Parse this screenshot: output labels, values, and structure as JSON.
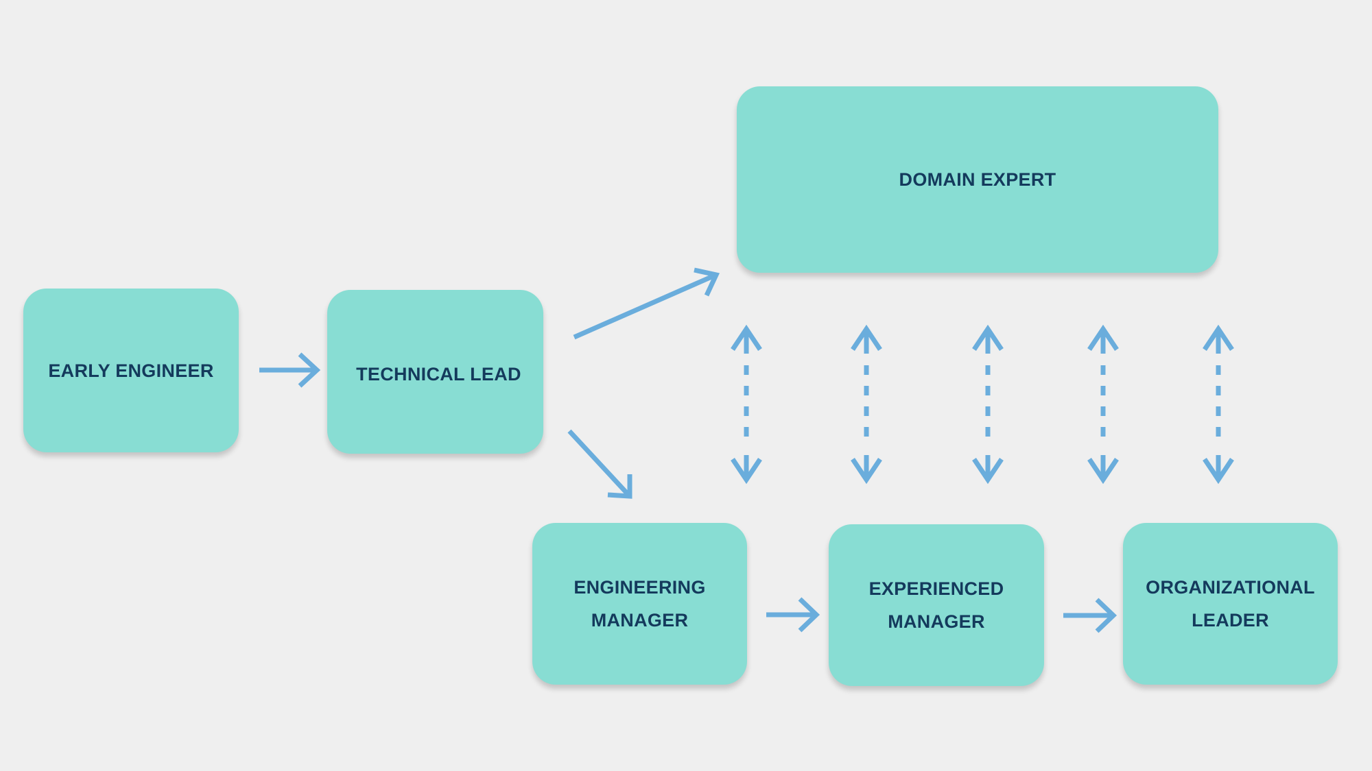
{
  "diagram": {
    "colors": {
      "background": "#efefef",
      "box": "#88ddd3",
      "text": "#143a5c",
      "arrow": "#6aaddc"
    },
    "nodes": [
      {
        "id": "early-engineer",
        "lines": [
          "EARLY ENGINEER"
        ]
      },
      {
        "id": "technical-lead",
        "lines": [
          "TECHNICAL LEAD"
        ]
      },
      {
        "id": "domain-expert",
        "lines": [
          "DOMAIN EXPERT"
        ]
      },
      {
        "id": "engineering-manager",
        "lines": [
          "ENGINEERING",
          "MANAGER"
        ]
      },
      {
        "id": "experienced-manager",
        "lines": [
          "EXPERIENCED",
          "MANAGER"
        ]
      },
      {
        "id": "organizational-leader",
        "lines": [
          "ORGANIZATIONAL",
          "LEADER"
        ]
      }
    ],
    "edges": [
      {
        "from": "early-engineer",
        "to": "technical-lead",
        "style": "solid"
      },
      {
        "from": "technical-lead",
        "to": "domain-expert",
        "style": "solid"
      },
      {
        "from": "technical-lead",
        "to": "engineering-manager",
        "style": "solid"
      },
      {
        "from": "engineering-manager",
        "to": "experienced-manager",
        "style": "solid"
      },
      {
        "from": "experienced-manager",
        "to": "organizational-leader",
        "style": "solid"
      }
    ],
    "bidirectional_links": {
      "between": [
        "domain-expert",
        "management-track"
      ],
      "count": 5,
      "style": "dashed"
    }
  }
}
